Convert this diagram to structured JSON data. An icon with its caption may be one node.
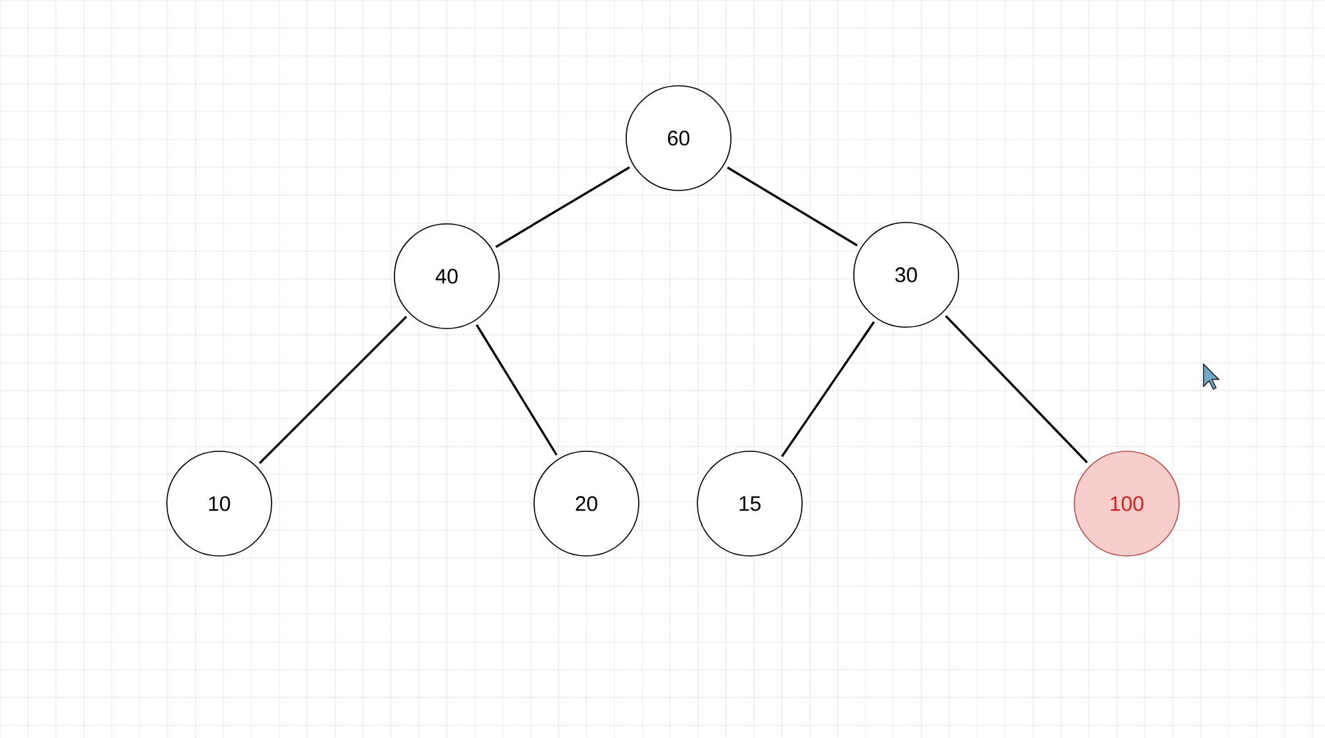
{
  "diagram": {
    "nodes": [
      {
        "text": [
          "60"
        ]
      },
      {
        "text": [
          "40"
        ]
      },
      {
        "text": [
          "30"
        ]
      },
      {
        "text": [
          "10"
        ]
      },
      {
        "text": [
          "20"
        ]
      },
      {
        "text": [
          "15"
        ]
      },
      {
        "text": [
          "100"
        ]
      }
    ],
    "edges": [
      {
        "from": 0,
        "to": 1,
        "arrow": "none"
      },
      {
        "from": 0,
        "to": 2,
        "arrow": "none"
      },
      {
        "from": 1,
        "to": 3,
        "arrow": "none"
      },
      {
        "from": 1,
        "to": 4,
        "arrow": "none"
      },
      {
        "from": 2,
        "to": 5,
        "arrow": "none"
      },
      {
        "from": 2,
        "to": 6,
        "arrow": "none"
      }
    ]
  }
}
